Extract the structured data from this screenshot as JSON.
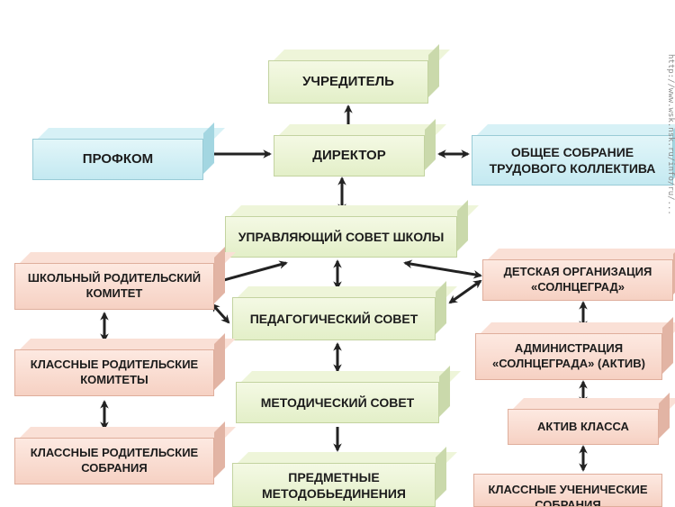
{
  "boxes": {
    "uchreditel": "УЧРЕДИТЕЛЬ",
    "direktor": "ДИРЕКТОР",
    "profkom": "ПРОФКОМ",
    "obshchee_sobranie": [
      "ОБЩЕЕ СОБРАНИЕ",
      "ТРУДОВОГО КОЛЛЕКТИВА"
    ],
    "upravlyayushchiy_sovet": "УПРАВЛЯЮЩИЙ СОВЕТ ШКОЛЫ",
    "shkolny_komitet": [
      "ШКОЛЬНЫЙ РОДИТЕЛЬСКИЙ",
      "КОМИТЕТ"
    ],
    "pedagogicheskiy_sovet": "ПЕДАГОГИЧЕСКИЙ СОВЕТ",
    "detskaya_organizaciya": [
      "ДЕТСКАЯ ОРГАНИЗАЦИЯ",
      "«СОЛНЦЕГРАД»"
    ],
    "klassnye_komitety": [
      "КЛАССНЫЕ РОДИТЕЛЬСКИЕ",
      "КОМИТЕТЫ"
    ],
    "metodicheskiy_sovet": "МЕТОДИЧЕСКИЙ СОВЕТ",
    "administraciya": [
      "АДМИНИСТРАЦИЯ",
      "«СОЛНЦЕГРАДА» (АКТИВ)"
    ],
    "aktiv_klassa": "АКТИВ КЛАССА",
    "klassnye_sobraniya": [
      "КЛАССНЫЕ РОДИТЕЛЬСКИЕ",
      "СОБРАНИЯ"
    ],
    "predmetnye": [
      "ПРЕДМЕТНЫЕ",
      "МЕТОДОБЬЕДИНЕНИЯ"
    ],
    "uchenicheskie": [
      "КЛАССНЫЕ УЧЕНИЧЕСКИЕ",
      "СОБРАНИЯ"
    ]
  },
  "edge_text": "http://www.wsk.nsk.ru/info/ru/...",
  "colors": {
    "green_box": "#e3efc8",
    "blue_box": "#c4e9f1",
    "pink_box": "#f6d1c3",
    "arrow": "#222222"
  }
}
